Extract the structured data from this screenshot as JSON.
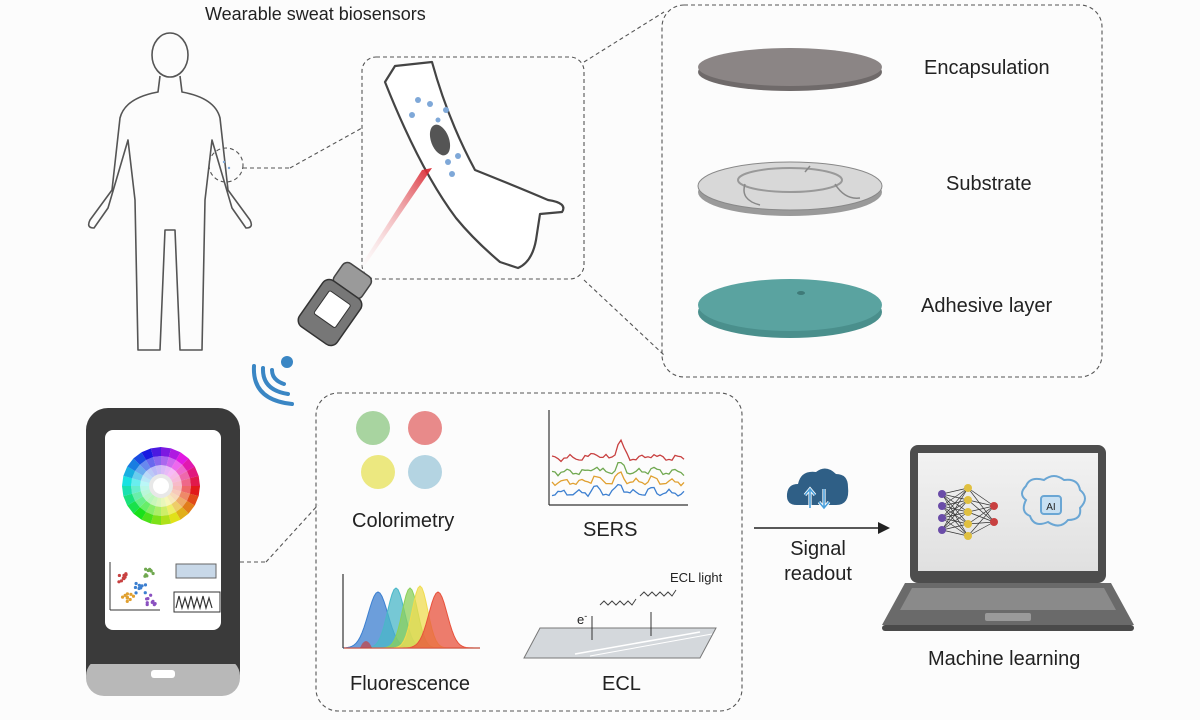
{
  "title": "Wearable sweat biosensors",
  "layers": {
    "encapsulation": "Encapsulation",
    "substrate": "Substrate",
    "adhesive": "Adhesive layer"
  },
  "methods": {
    "colorimetry": "Colorimetry",
    "sers": "SERS",
    "fluorescence": "Fluorescence",
    "ecl": "ECL",
    "ecl_light": "ECL light",
    "electron": "e",
    "electron_sup": "-"
  },
  "readout": {
    "line1": "Signal",
    "line2": "readout"
  },
  "machine_learning": "Machine learning",
  "ai_badge": "AI",
  "colors": {
    "sweat_drop": "#7fa8d8",
    "laser": "#d8202a",
    "adhesive": "#5aa3a0",
    "wifi": "#3a86c4",
    "colorimetry_dots": [
      "#a8d4a0",
      "#e88a8a",
      "#ece880",
      "#b4d4e2"
    ],
    "fluorescence_curves": [
      "#3c7fd0",
      "#4ab7c8",
      "#8cd05a",
      "#f0dc50",
      "#e8523c"
    ],
    "sers_traces": [
      "#c84040",
      "#70a850",
      "#e0a030",
      "#3c7fd0"
    ]
  }
}
